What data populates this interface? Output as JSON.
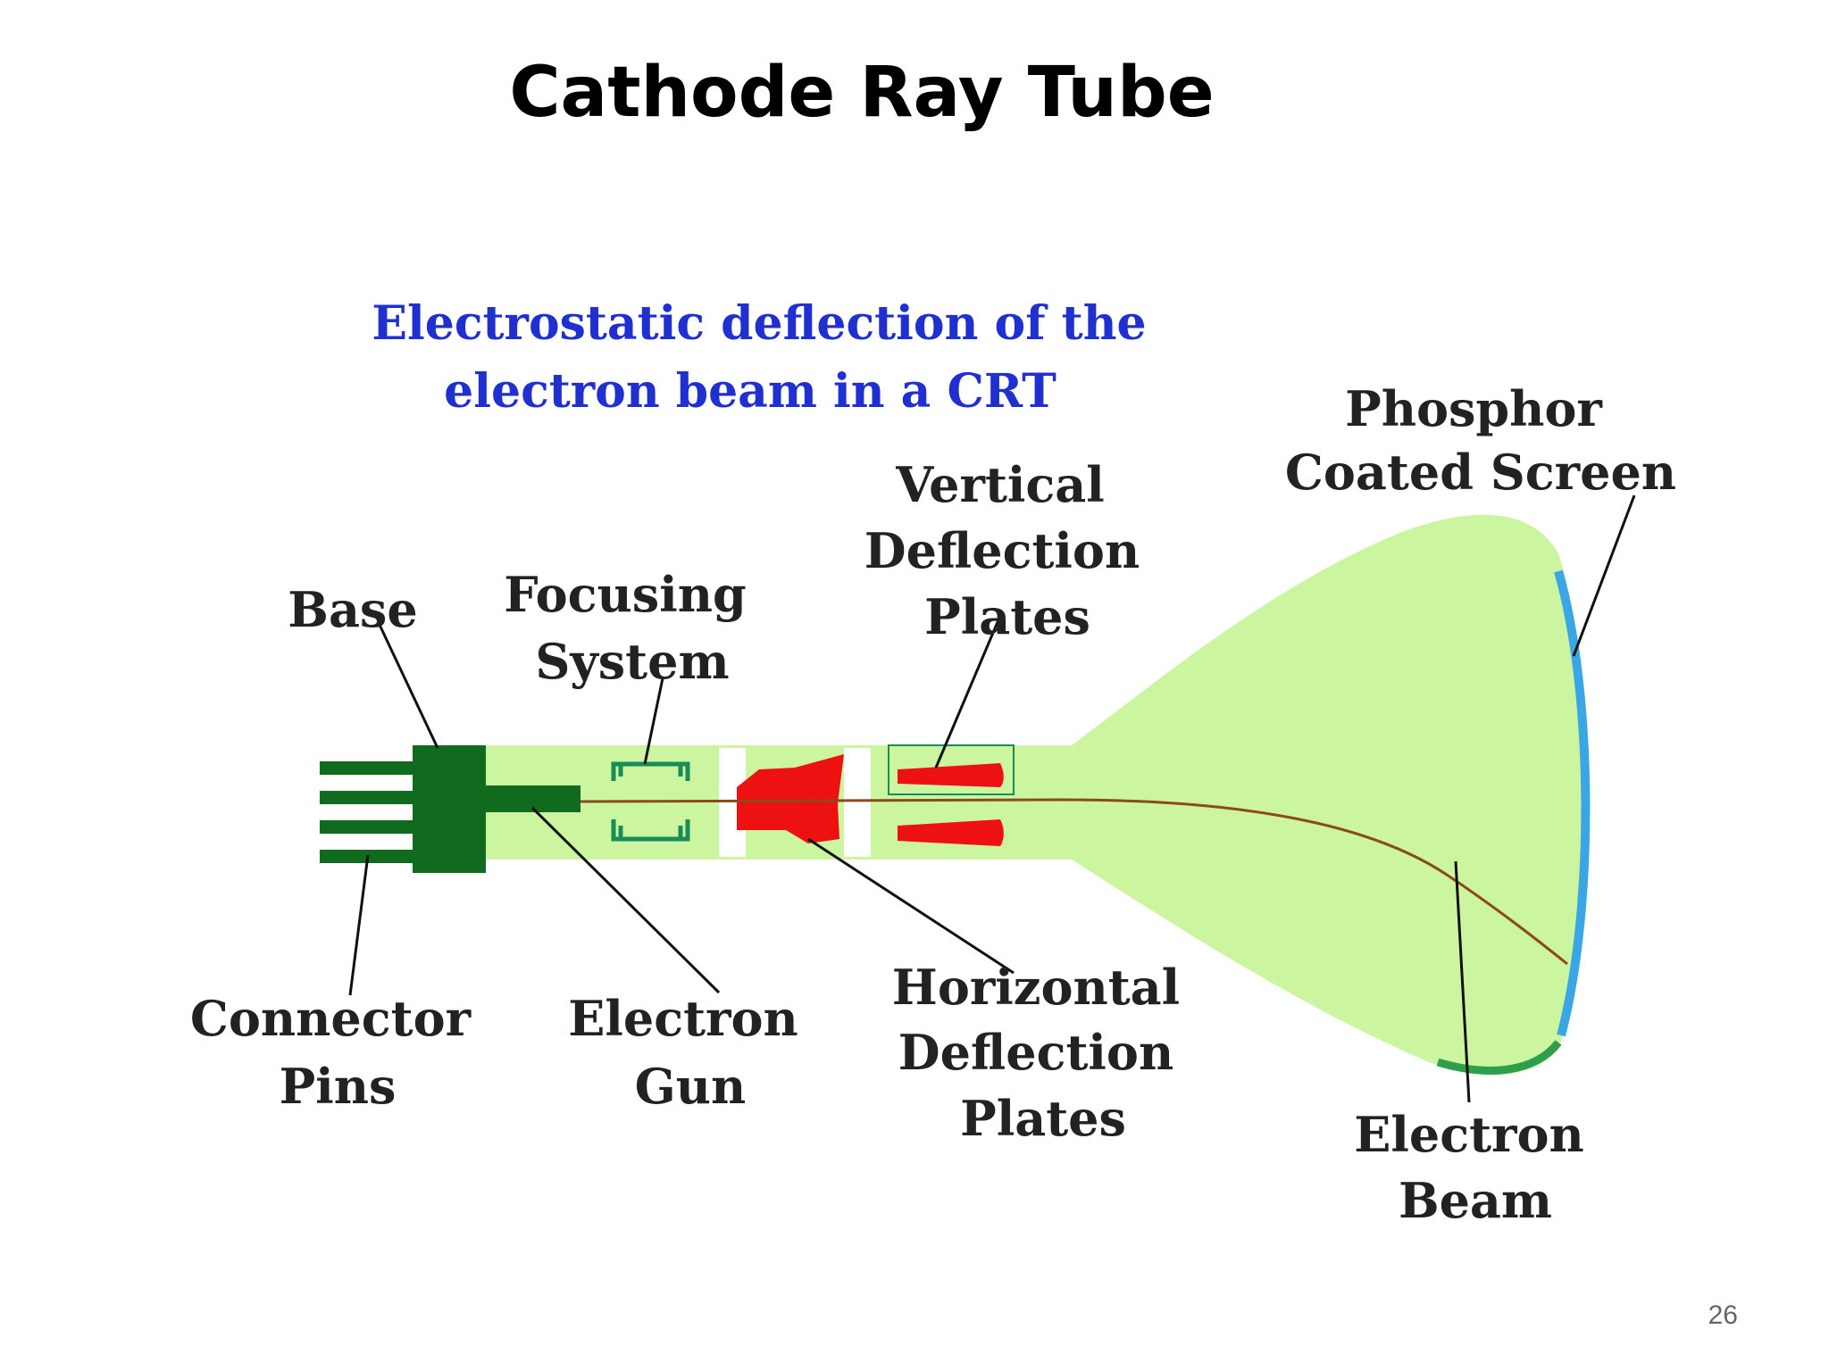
{
  "slide": {
    "title": "Cathode Ray Tube",
    "page_number": "26"
  },
  "diagram": {
    "subtitle": {
      "line1": "Electrostatic deflection of the",
      "line2": "electron beam in a CRT"
    },
    "labels": {
      "base": "Base",
      "focusing": [
        "Focusing",
        "System"
      ],
      "vertical": [
        "Vertical",
        "Deflection",
        "Plates"
      ],
      "phosphor": [
        "Phosphor",
        "Coated Screen"
      ],
      "connector": [
        "Connector",
        "Pins"
      ],
      "gun": [
        "Electron",
        "Gun"
      ],
      "horizontal": [
        "Horizontal",
        "Deflection",
        "Plates"
      ],
      "beam": [
        "Electron",
        "Beam"
      ]
    }
  },
  "colors": {
    "tube": "#ccf5a0",
    "base": "#116b1e",
    "focus": "#1a8c5a",
    "plates": "#ee1111",
    "screen_edge": "#3aa6e6",
    "screen_bottom": "#2e9e4a",
    "beam": "#8a4a1a",
    "subtitle": "#1f2fd0",
    "label": "#222222"
  }
}
